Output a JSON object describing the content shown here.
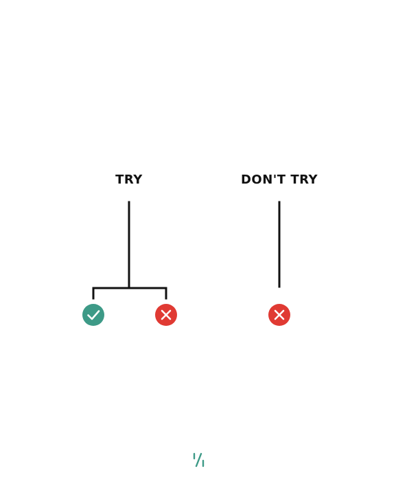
{
  "branches": {
    "try": {
      "label": "TRY",
      "outcomes": [
        "success",
        "failure"
      ]
    },
    "dont_try": {
      "label": "DON'T TRY",
      "outcomes": [
        "failure"
      ]
    }
  },
  "colors": {
    "line": "#111111",
    "success": "#3d9a87",
    "failure": "#e03a33",
    "logo": "#3d9a87",
    "background": "#ffffff"
  },
  "icons": {
    "success": "check-icon",
    "failure": "x-icon",
    "logo": "brand-logo-icon"
  }
}
